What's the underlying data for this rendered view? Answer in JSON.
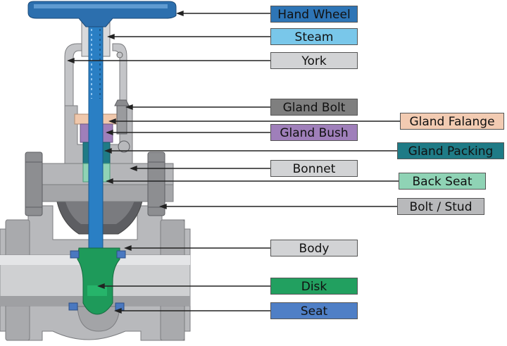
{
  "colors": {
    "body_metal": "#bcbdc0",
    "body_shadow": "#8e8f93",
    "bonnet_dark": "#5a5b5f",
    "stem": "#2a7fc4",
    "handwheel": "#2c6fae",
    "disk": "#1e9a5a",
    "seat": "#4a78c0",
    "leader": "#222222"
  },
  "labels": [
    {
      "key": "hand_wheel",
      "text": "Hand Wheel",
      "color": "#2e75b6",
      "text_color": "#111"
    },
    {
      "key": "steam",
      "text": "Steam",
      "color": "#79c7ea",
      "text_color": "#111"
    },
    {
      "key": "york",
      "text": "York",
      "color": "#d2d3d5",
      "text_color": "#111"
    },
    {
      "key": "gland_bolt",
      "text": "Gland Bolt",
      "color": "#7f7f7f",
      "text_color": "#111"
    },
    {
      "key": "gland_falange",
      "text": "Gland Falange",
      "color": "#f2cbb2",
      "text_color": "#111"
    },
    {
      "key": "gland_bush",
      "text": "Gland Bush",
      "color": "#9f7fba",
      "text_color": "#111"
    },
    {
      "key": "gland_packing",
      "text": "Gland Packing",
      "color": "#1f7b86",
      "text_color": "#111"
    },
    {
      "key": "bonnet",
      "text": "Bonnet",
      "color": "#d2d3d5",
      "text_color": "#111"
    },
    {
      "key": "back_seat",
      "text": "Back Seat",
      "color": "#8fd3b5",
      "text_color": "#111"
    },
    {
      "key": "bolt_stud",
      "text": "Bolt / Stud",
      "color": "#b8b9bb",
      "text_color": "#111"
    },
    {
      "key": "body",
      "text": "Body",
      "color": "#d2d3d5",
      "text_color": "#111"
    },
    {
      "key": "disk",
      "text": "Disk",
      "color": "#22a060",
      "text_color": "#111"
    },
    {
      "key": "seat",
      "text": "Seat",
      "color": "#4f7fc6",
      "text_color": "#111"
    }
  ]
}
